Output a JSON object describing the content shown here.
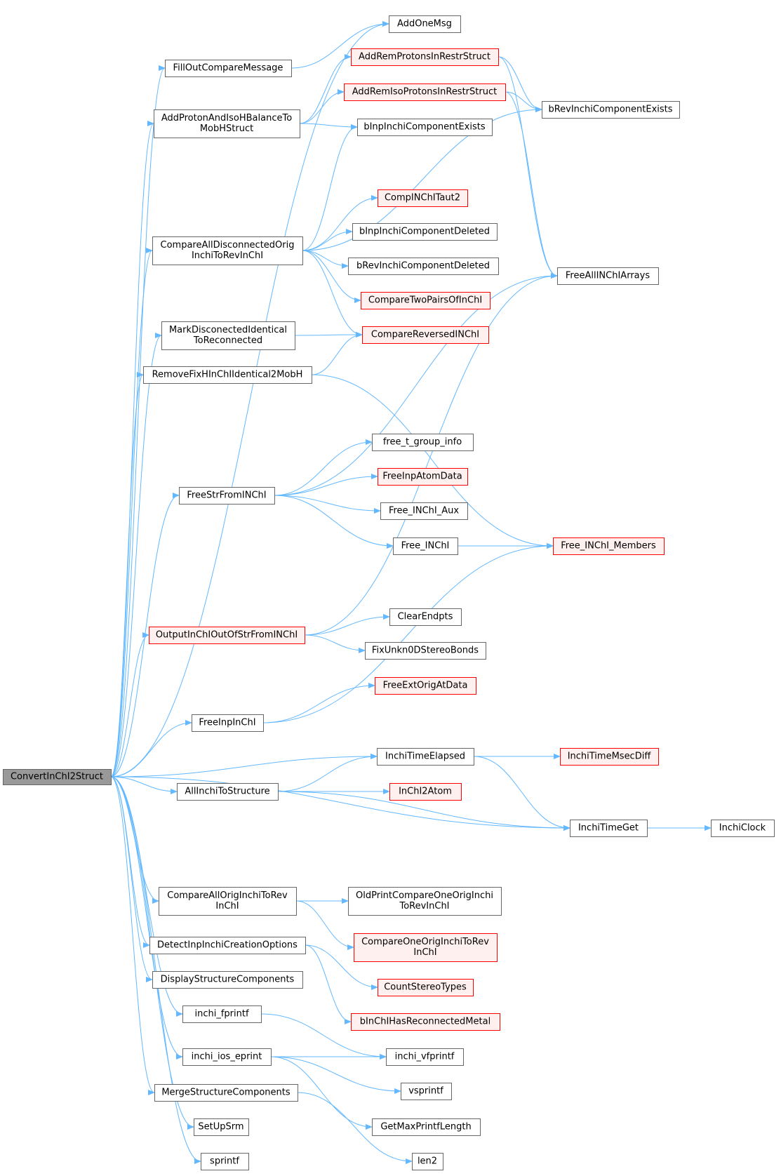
{
  "colors": {
    "edge": "#63B8FF",
    "node_border": "#666666",
    "node_fill": "#ffffff",
    "root_fill": "#999999",
    "red_border": "#ff0000",
    "red_fill": "#fff0f0"
  },
  "nodes": [
    {
      "id": "root",
      "label": [
        "ConvertInChI2Struct"
      ],
      "style": "root"
    },
    {
      "id": "addonemsg",
      "label": [
        "AddOneMsg"
      ],
      "style": "normal"
    },
    {
      "id": "filloutcomparemessage",
      "label": [
        "FillOutCompareMessage"
      ],
      "style": "normal"
    },
    {
      "id": "addremprotons",
      "label": [
        "AddRemProtonsInRestrStruct"
      ],
      "style": "red"
    },
    {
      "id": "addremisoprotons",
      "label": [
        "AddRemIsoProtonsInRestrStruct"
      ],
      "style": "red"
    },
    {
      "id": "addprotonandisoh",
      "label": [
        "AddProtonAndIsoHBalanceTo",
        "MobHStruct"
      ],
      "style": "normal"
    },
    {
      "id": "brevinchicomponentexists",
      "label": [
        "bRevInchiComponentExists"
      ],
      "style": "normal"
    },
    {
      "id": "binpinchicomponentexists",
      "label": [
        "bInpInchiComponentExists"
      ],
      "style": "normal"
    },
    {
      "id": "compinchitaut2",
      "label": [
        "CompINChITaut2"
      ],
      "style": "red"
    },
    {
      "id": "binpinchicomponentdeleted",
      "label": [
        "bInpInchiComponentDeleted"
      ],
      "style": "normal"
    },
    {
      "id": "compareall",
      "label": [
        "CompareAllDisconnectedOrig",
        "InchiToRevInChI"
      ],
      "style": "normal"
    },
    {
      "id": "brevinchicomponentdeleted",
      "label": [
        "bRevInchiComponentDeleted"
      ],
      "style": "normal"
    },
    {
      "id": "freeallinchiarrays",
      "label": [
        "FreeAllINChIArrays"
      ],
      "style": "normal"
    },
    {
      "id": "comparetwopairs",
      "label": [
        "CompareTwoPairsOfInChI"
      ],
      "style": "red"
    },
    {
      "id": "markdisconected",
      "label": [
        "MarkDisconectedIdentical",
        "ToReconnected"
      ],
      "style": "normal"
    },
    {
      "id": "comparereversedinchi",
      "label": [
        "CompareReversedINChI"
      ],
      "style": "red"
    },
    {
      "id": "removefixh",
      "label": [
        "RemoveFixHInChIIdentical2MobH"
      ],
      "style": "normal"
    },
    {
      "id": "freetgroupinfo",
      "label": [
        "free_t_group_info"
      ],
      "style": "normal"
    },
    {
      "id": "freeinpatomdata",
      "label": [
        "FreeInpAtomData"
      ],
      "style": "red"
    },
    {
      "id": "freestrfrominchi",
      "label": [
        "FreeStrFromINChI"
      ],
      "style": "normal"
    },
    {
      "id": "freeinchiaux",
      "label": [
        "Free_INChI_Aux"
      ],
      "style": "normal"
    },
    {
      "id": "freeinchi",
      "label": [
        "Free_INChI"
      ],
      "style": "normal"
    },
    {
      "id": "freeinchimembers",
      "label": [
        "Free_INChI_Members"
      ],
      "style": "red"
    },
    {
      "id": "clearendpts",
      "label": [
        "ClearEndpts"
      ],
      "style": "normal"
    },
    {
      "id": "outputinchi",
      "label": [
        "OutputInChIOutOfStrFromINChI"
      ],
      "style": "red"
    },
    {
      "id": "fixunkn0d",
      "label": [
        "FixUnkn0DStereoBonds"
      ],
      "style": "normal"
    },
    {
      "id": "freeextorigatdata",
      "label": [
        "FreeExtOrigAtData"
      ],
      "style": "red"
    },
    {
      "id": "freeinpinchi",
      "label": [
        "FreeInpInChI"
      ],
      "style": "normal"
    },
    {
      "id": "inchitimeelapsed",
      "label": [
        "InchiTimeElapsed"
      ],
      "style": "normal"
    },
    {
      "id": "inchitimemsecdiff",
      "label": [
        "InchiTimeMsecDiff"
      ],
      "style": "red"
    },
    {
      "id": "allinchitostructure",
      "label": [
        "AllInchiToStructure"
      ],
      "style": "normal"
    },
    {
      "id": "inchi2atom",
      "label": [
        "InChI2Atom"
      ],
      "style": "red"
    },
    {
      "id": "inchitimeget",
      "label": [
        "InchiTimeGet"
      ],
      "style": "normal"
    },
    {
      "id": "inchiclock",
      "label": [
        "InchiClock"
      ],
      "style": "normal"
    },
    {
      "id": "compareallorig",
      "label": [
        "CompareAllOrigInchiToRev",
        "InChI"
      ],
      "style": "normal"
    },
    {
      "id": "oldprintcompare",
      "label": [
        "OldPrintCompareOneOrigInchi",
        "ToRevInChI"
      ],
      "style": "normal"
    },
    {
      "id": "compareoneorig",
      "label": [
        "CompareOneOrigInchiToRev",
        "InChI"
      ],
      "style": "red"
    },
    {
      "id": "detectinpinchi",
      "label": [
        "DetectInpInchiCreationOptions"
      ],
      "style": "normal"
    },
    {
      "id": "countstereotypes",
      "label": [
        "CountStereoTypes"
      ],
      "style": "red"
    },
    {
      "id": "displaystructure",
      "label": [
        "DisplayStructureComponents"
      ],
      "style": "normal"
    },
    {
      "id": "binchihasreconnected",
      "label": [
        "bInChIHasReconnectedMetal"
      ],
      "style": "red"
    },
    {
      "id": "inchifprintf",
      "label": [
        "inchi_fprintf"
      ],
      "style": "normal"
    },
    {
      "id": "inchivfprintf",
      "label": [
        "inchi_vfprintf"
      ],
      "style": "normal"
    },
    {
      "id": "inchiioseprint",
      "label": [
        "inchi_ios_eprint"
      ],
      "style": "normal"
    },
    {
      "id": "vsprintf",
      "label": [
        "vsprintf"
      ],
      "style": "normal"
    },
    {
      "id": "mergestructure",
      "label": [
        "MergeStructureComponents"
      ],
      "style": "normal"
    },
    {
      "id": "getmaxprintflength",
      "label": [
        "GetMaxPrintfLength"
      ],
      "style": "normal"
    },
    {
      "id": "setupsrm",
      "label": [
        "SetUpSrm"
      ],
      "style": "normal"
    },
    {
      "id": "sprintf",
      "label": [
        "sprintf"
      ],
      "style": "normal"
    },
    {
      "id": "len2",
      "label": [
        "len2"
      ],
      "style": "normal"
    }
  ],
  "edges": [
    [
      "root",
      "addonemsg"
    ],
    [
      "root",
      "filloutcomparemessage"
    ],
    [
      "root",
      "addprotonandisoh"
    ],
    [
      "root",
      "compareall"
    ],
    [
      "root",
      "markdisconected"
    ],
    [
      "root",
      "removefixh"
    ],
    [
      "root",
      "freestrfrominchi"
    ],
    [
      "root",
      "outputinchi"
    ],
    [
      "root",
      "freeinpinchi"
    ],
    [
      "root",
      "inchitimeelapsed"
    ],
    [
      "root",
      "allinchitostructure"
    ],
    [
      "root",
      "inchitimeget"
    ],
    [
      "root",
      "compareallorig"
    ],
    [
      "root",
      "detectinpinchi"
    ],
    [
      "root",
      "displaystructure"
    ],
    [
      "root",
      "inchifprintf"
    ],
    [
      "root",
      "inchiioseprint"
    ],
    [
      "root",
      "mergestructure"
    ],
    [
      "root",
      "setupsrm"
    ],
    [
      "root",
      "sprintf"
    ],
    [
      "filloutcomparemessage",
      "addonemsg"
    ],
    [
      "addprotonandisoh",
      "addremprotons"
    ],
    [
      "addprotonandisoh",
      "addremisoprotons"
    ],
    [
      "addprotonandisoh",
      "binpinchicomponentexists"
    ],
    [
      "addremprotons",
      "brevinchicomponentexists"
    ],
    [
      "addremprotons",
      "freeallinchiarrays"
    ],
    [
      "addremisoprotons",
      "brevinchicomponentexists"
    ],
    [
      "addremisoprotons",
      "freeallinchiarrays"
    ],
    [
      "compareall",
      "binpinchicomponentexists"
    ],
    [
      "compareall",
      "brevinchicomponentexists"
    ],
    [
      "compareall",
      "compinchitaut2"
    ],
    [
      "compareall",
      "binpinchicomponentdeleted"
    ],
    [
      "compareall",
      "brevinchicomponentdeleted"
    ],
    [
      "compareall",
      "comparetwopairs"
    ],
    [
      "compareall",
      "comparereversedinchi"
    ],
    [
      "markdisconected",
      "comparereversedinchi"
    ],
    [
      "removefixh",
      "comparereversedinchi"
    ],
    [
      "removefixh",
      "freeinchimembers"
    ],
    [
      "freestrfrominchi",
      "freeallinchiarrays"
    ],
    [
      "freestrfrominchi",
      "freetgroupinfo"
    ],
    [
      "freestrfrominchi",
      "freeinpatomdata"
    ],
    [
      "freestrfrominchi",
      "freeinchiaux"
    ],
    [
      "freestrfrominchi",
      "freeinchi"
    ],
    [
      "freeinchi",
      "freeinchimembers"
    ],
    [
      "outputinchi",
      "freeallinchiarrays"
    ],
    [
      "outputinchi",
      "clearendpts"
    ],
    [
      "outputinchi",
      "fixunkn0d"
    ],
    [
      "freeinpinchi",
      "freeextorigatdata"
    ],
    [
      "freeinpinchi",
      "freeinchimembers"
    ],
    [
      "inchitimeelapsed",
      "inchitimemsecdiff"
    ],
    [
      "inchitimeelapsed",
      "inchitimeget"
    ],
    [
      "allinchitostructure",
      "inchitimeelapsed"
    ],
    [
      "allinchitostructure",
      "inchi2atom"
    ],
    [
      "allinchitostructure",
      "inchitimeget"
    ],
    [
      "inchitimeget",
      "inchiclock"
    ],
    [
      "compareallorig",
      "oldprintcompare"
    ],
    [
      "compareallorig",
      "compareoneorig"
    ],
    [
      "detectinpinchi",
      "countstereotypes"
    ],
    [
      "detectinpinchi",
      "binchihasreconnected"
    ],
    [
      "inchifprintf",
      "inchivfprintf"
    ],
    [
      "inchiioseprint",
      "inchivfprintf"
    ],
    [
      "inchiioseprint",
      "vsprintf"
    ],
    [
      "inchiioseprint",
      "getmaxprintflength"
    ],
    [
      "mergestructure",
      "len2"
    ]
  ]
}
